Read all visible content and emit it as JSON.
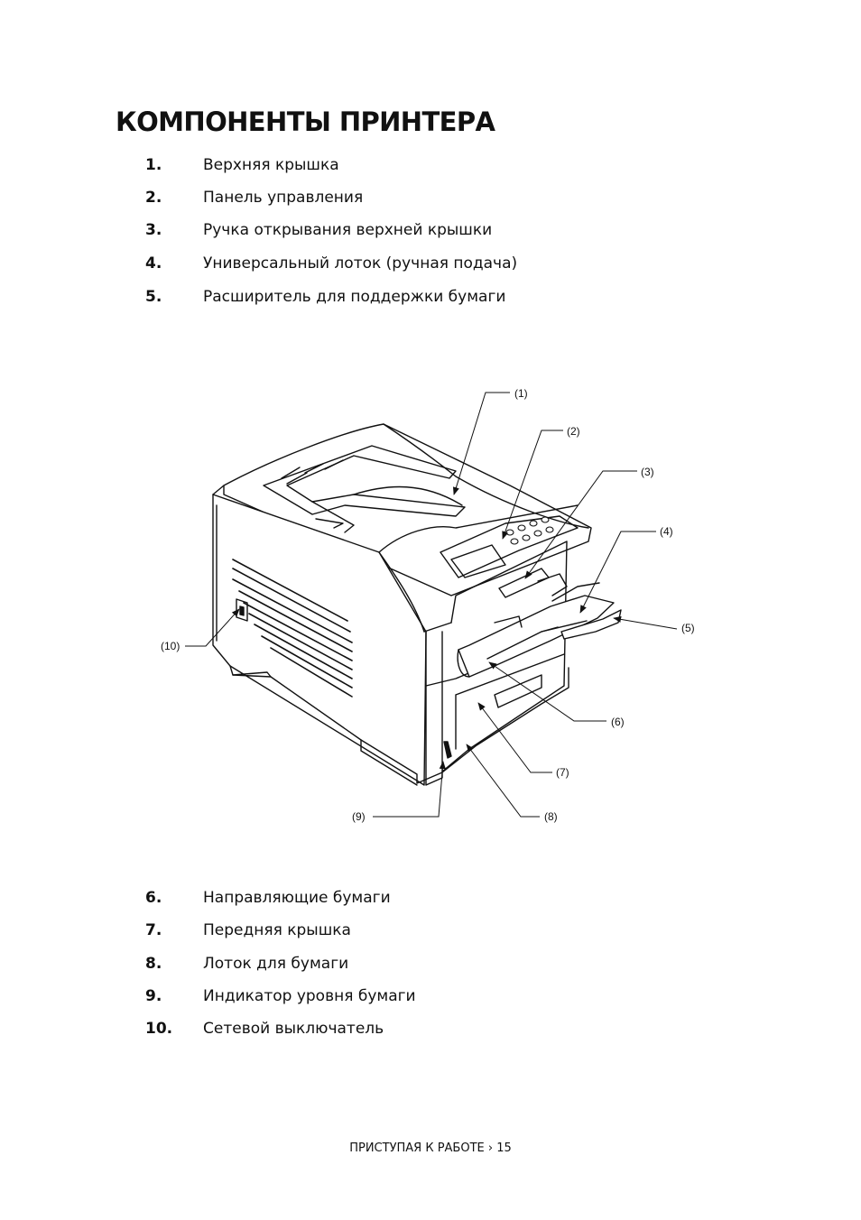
{
  "page": {
    "title": "КОМПОНЕНТЫ ПРИНТЕРА",
    "footer": {
      "section": "ПРИСТУПАЯ К РАБОТЕ",
      "separator": "›",
      "page_number": "15"
    }
  },
  "list_top": [
    {
      "num": "1.",
      "text": "Верхняя крышка"
    },
    {
      "num": "2.",
      "text": "Панель управления"
    },
    {
      "num": "3.",
      "text": "Ручка открывания верхней крышки"
    },
    {
      "num": "4.",
      "text": "Универсальный лоток (ручная подача)"
    },
    {
      "num": "5.",
      "text": "Расширитель для поддержки бумаги"
    }
  ],
  "list_bottom": [
    {
      "num": "6.",
      "text": "Направляющие бумаги"
    },
    {
      "num": "7.",
      "text": "Передняя крышка"
    },
    {
      "num": "8.",
      "text": "Лоток для бумаги"
    },
    {
      "num": "9.",
      "text": "Индикатор уровня бумаги"
    },
    {
      "num": "10.",
      "text": "Сетевой выключатель"
    }
  ],
  "figure": {
    "callouts": [
      "(1)",
      "(2)",
      "(3)",
      "(4)",
      "(5)",
      "(6)",
      "(7)",
      "(8)",
      "(9)",
      "(10)"
    ]
  }
}
